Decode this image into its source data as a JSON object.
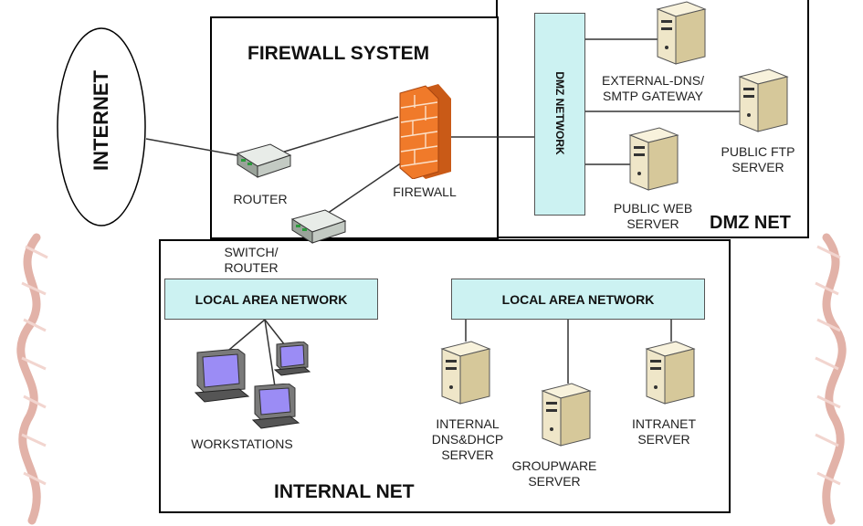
{
  "internet": {
    "label": "INTERNET"
  },
  "firewall_system": {
    "title": "FIREWALL SYSTEM"
  },
  "dmz": {
    "title": "DMZ NET",
    "network_label": "DMZ NETWORK",
    "servers": [
      {
        "label": "EXTERNAL-DNS/\nSMTP GATEWAY"
      },
      {
        "label": "PUBLIC FTP\nSERVER"
      },
      {
        "label": "PUBLIC WEB\nSERVER"
      }
    ]
  },
  "devices": {
    "router": "ROUTER",
    "firewall": "FIREWALL",
    "switch_router": "SWITCH/\nROUTER"
  },
  "internal": {
    "title": "INTERNAL NET",
    "lan_left": "LOCAL AREA NETWORK",
    "lan_right": "LOCAL AREA NETWORK",
    "workstations": "WORKSTATIONS",
    "servers": [
      {
        "label": "INTERNAL\nDNS&DHCP\nSERVER"
      },
      {
        "label": "GROUPWARE\nSERVER"
      },
      {
        "label": "INTRANET\nSERVER"
      }
    ]
  },
  "colors": {
    "lan_fill": "#ccf2f2",
    "firewall_brick": "#f07a2a",
    "server_beige": "#efe6c8",
    "rope": "#d9a59a"
  }
}
